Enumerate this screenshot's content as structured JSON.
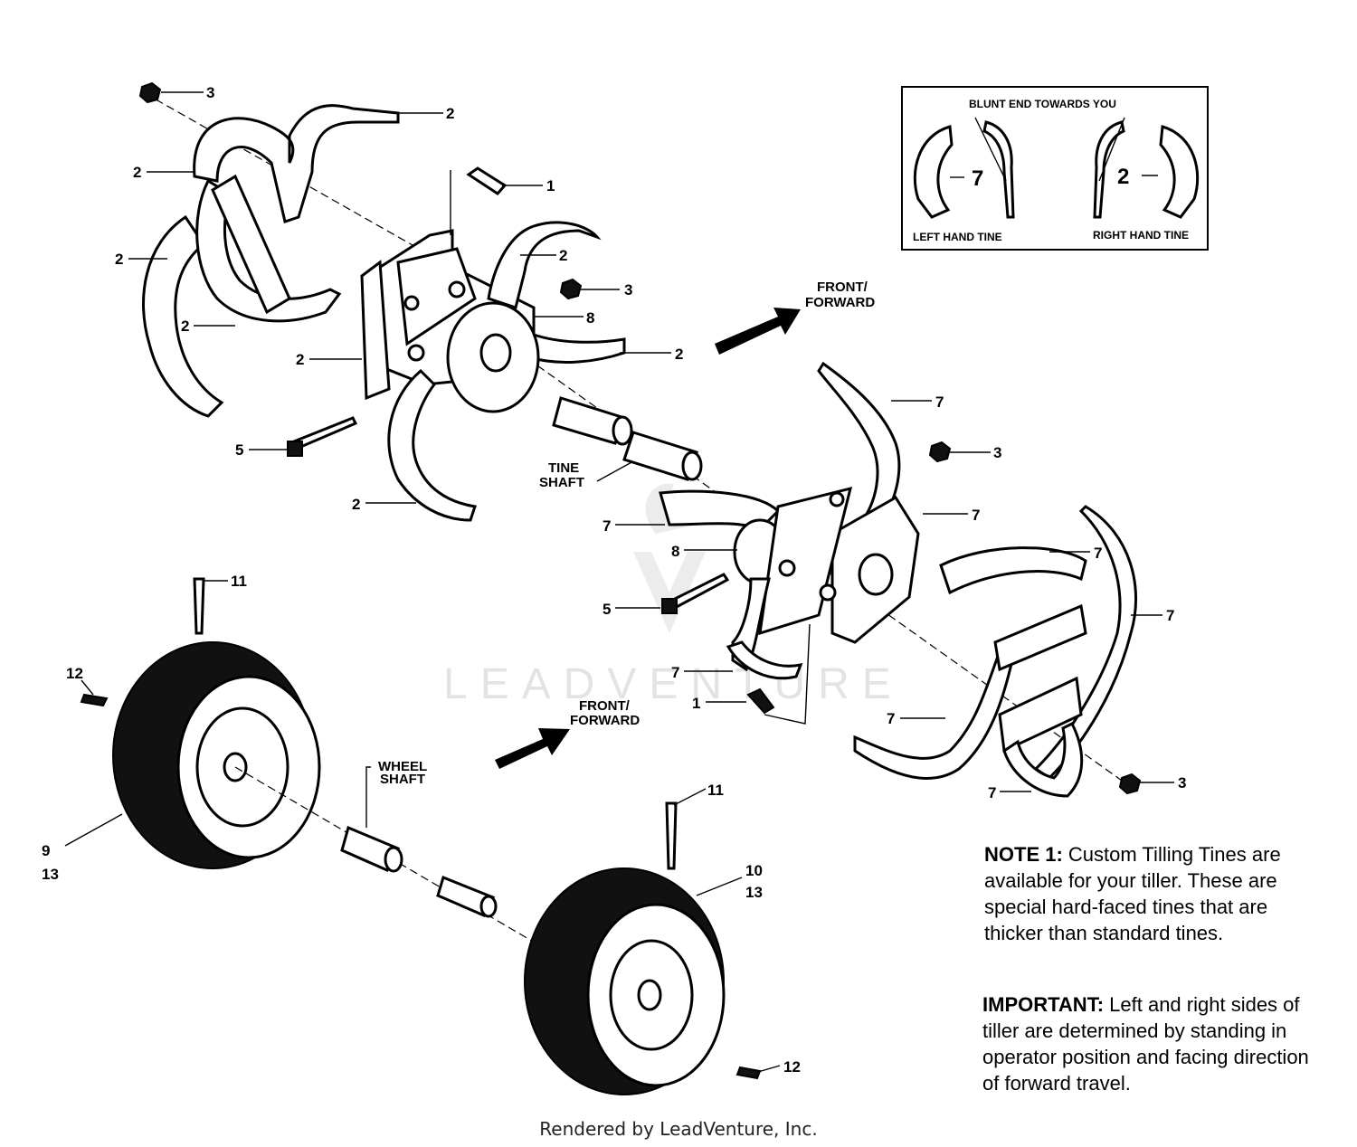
{
  "legend": {
    "header": "BLUNT END TOWARDS YOU",
    "left_number": "7",
    "left_label": "LEFT HAND TINE",
    "right_number": "2",
    "right_label": "RIGHT HAND TINE"
  },
  "labels": {
    "front_forward_1": "FRONT/",
    "front_forward_2": "FORWARD",
    "tine_shaft_1": "TINE",
    "tine_shaft_2": "SHAFT",
    "wheel_shaft_1": "WHEEL",
    "wheel_shaft_2": "SHAFT"
  },
  "callouts": {
    "n1": "1",
    "n2": "2",
    "n3": "3",
    "n5": "5",
    "n7": "7",
    "n8": "8",
    "n9": "9",
    "n10": "10",
    "n11": "11",
    "n12": "12",
    "n13": "13"
  },
  "watermark": "LEADVENTURE",
  "note1": {
    "prefix": "NOTE 1:",
    "text": "Custom Tilling Tines are available for your tiller. These are special hard-faced tines that are thicker than standard tines."
  },
  "important": {
    "prefix": "IMPORTANT:",
    "text": "Left and right sides of tiller are determined by standing in operator position and facing direction of forward travel."
  },
  "footer": "Rendered by LeadVenture, Inc."
}
